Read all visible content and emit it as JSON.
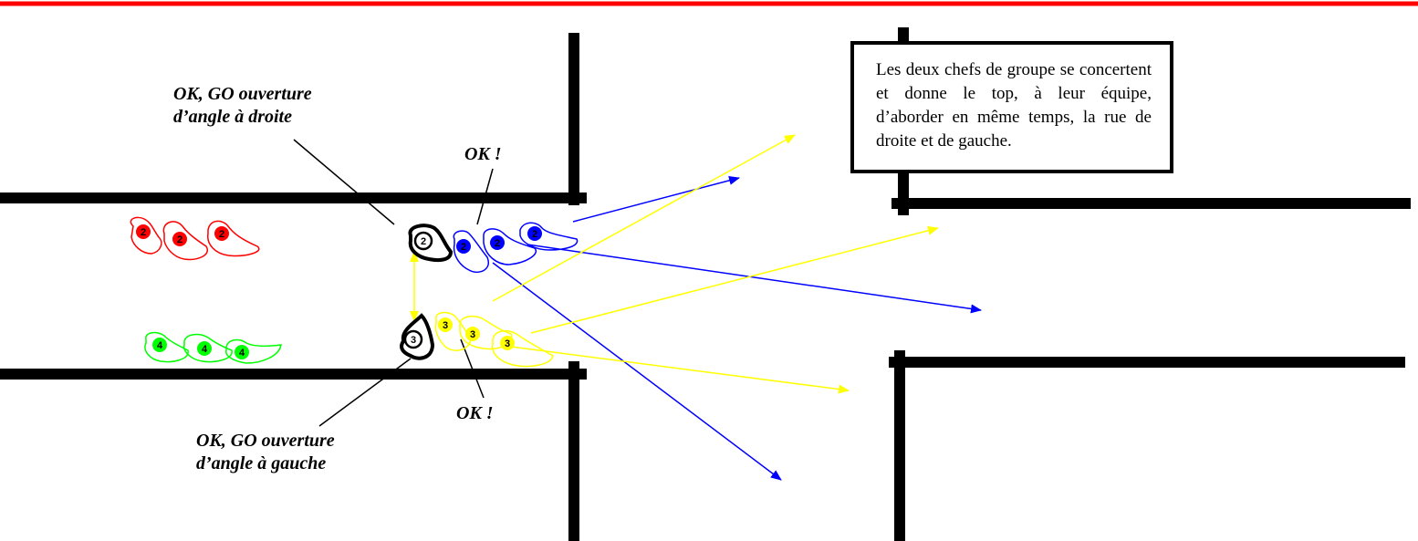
{
  "colors": {
    "top_rule": "#ff0000",
    "walls": "#000000",
    "team_red": "#ff0000",
    "team_blue": "#0000ff",
    "team_green": "#00ff00",
    "team_yellow": "#ffff00",
    "leaders": "#000000"
  },
  "annotations": {
    "top_left": {
      "line1": "OK, GO ouverture",
      "line2": "d’angle à droite"
    },
    "top_right": "OK !",
    "bottom_left": {
      "line1": "OK, GO ouverture",
      "line2": "d’angle à gauche"
    },
    "bottom_right": "OK !"
  },
  "info_box": {
    "text": "Les deux chefs de groupe se concertent et donne le top, à leur équipe, d’aborder en même temps, la rue de droite et de gauche."
  },
  "teams": {
    "red": {
      "marks": [
        "2",
        "2",
        "2"
      ]
    },
    "blue": {
      "marks": [
        "2",
        "2",
        "2"
      ]
    },
    "green": {
      "marks": [
        "4",
        "4",
        "4"
      ]
    },
    "yellow": {
      "marks": [
        "3",
        "3",
        "3"
      ]
    },
    "leaders": {
      "marks": [
        "2",
        "3"
      ]
    }
  }
}
